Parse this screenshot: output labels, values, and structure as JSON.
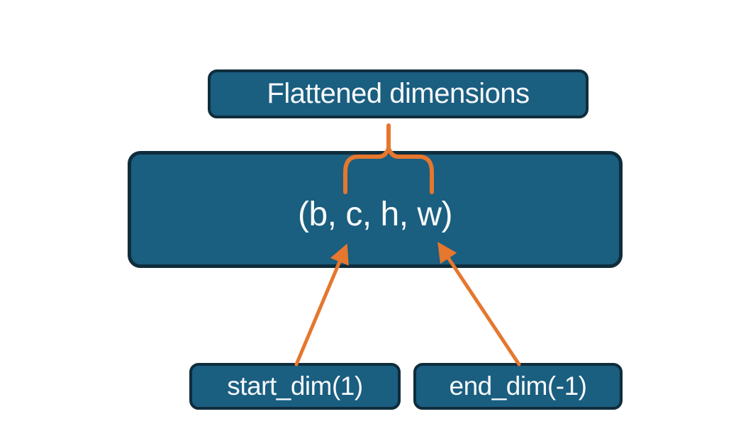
{
  "diagram": {
    "title_box": {
      "label": "Flattened dimensions"
    },
    "tensor_box": {
      "label": "(b, c, h, w)"
    },
    "start_box": {
      "label": "start_dim(1)"
    },
    "end_box": {
      "label": "end_dim(-1)"
    },
    "colors": {
      "box_fill": "#1A5E80",
      "box_border": "#0F2D3C",
      "arrow": "#E5772E",
      "label_text": "#F7F9FA",
      "background": "#FFFFFF"
    }
  }
}
